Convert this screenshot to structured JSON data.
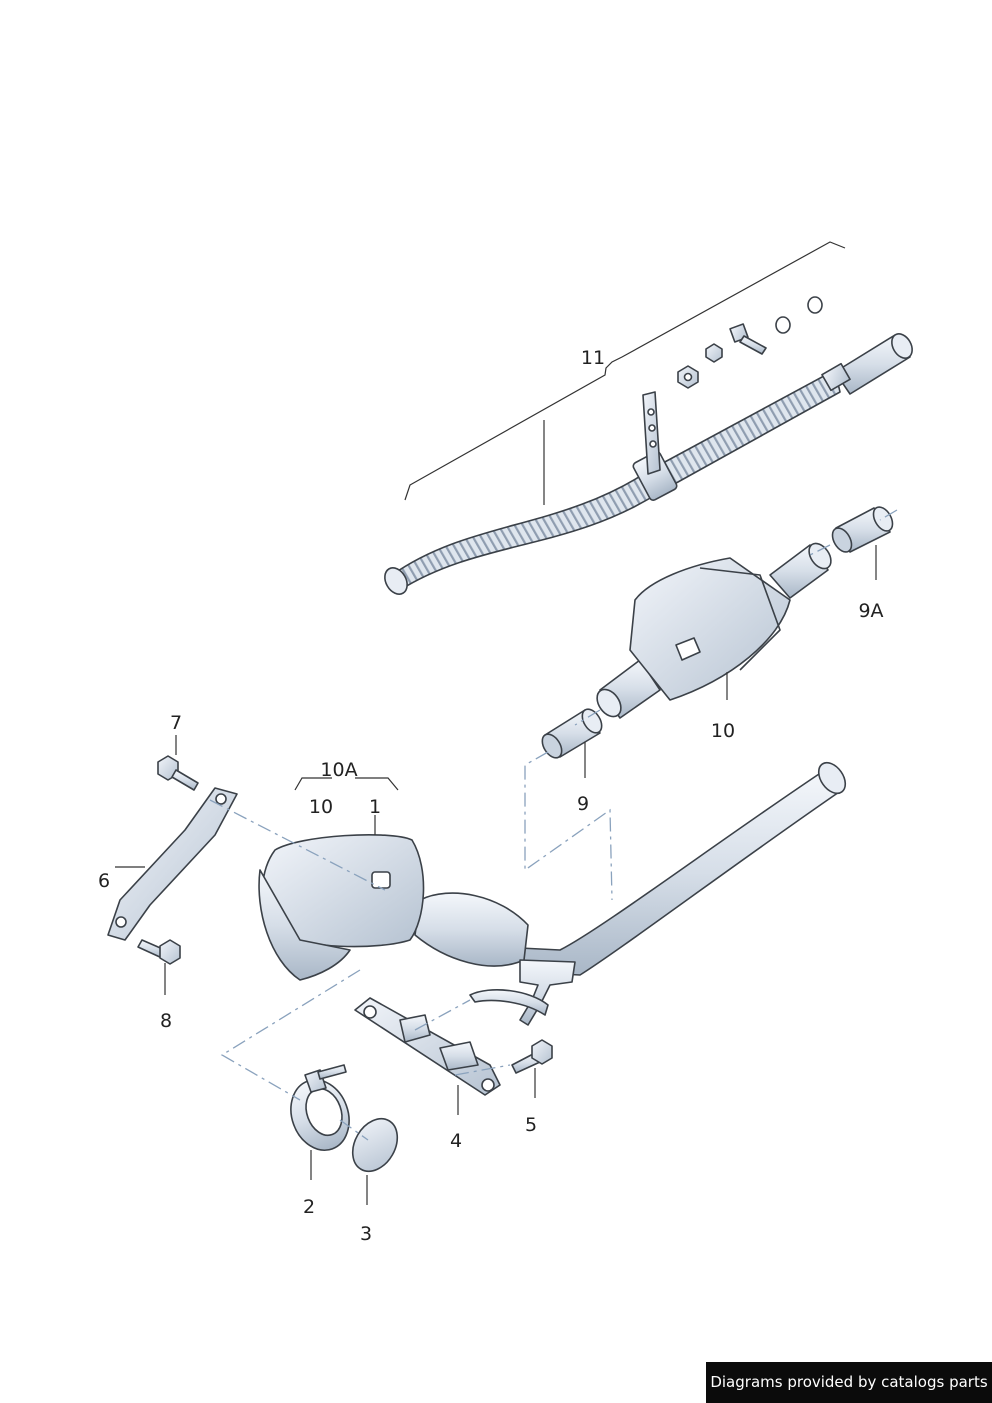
{
  "diagram": {
    "labels": {
      "p1": "1",
      "p2": "2",
      "p3": "3",
      "p4": "4",
      "p5": "5",
      "p6": "6",
      "p7": "7",
      "p8": "8",
      "p9": "9",
      "p9a": "9A",
      "p10": "10",
      "p10a": "10A",
      "p10b": "10",
      "p11": "11"
    }
  },
  "footer": {
    "credit": "Diagrams provided by catalogs parts"
  },
  "colors": {
    "metal_light": "#eef2f7",
    "metal_shade": "#b3c0cf",
    "outline": "#3b4148",
    "credit_bg": "#0b0b0b"
  }
}
